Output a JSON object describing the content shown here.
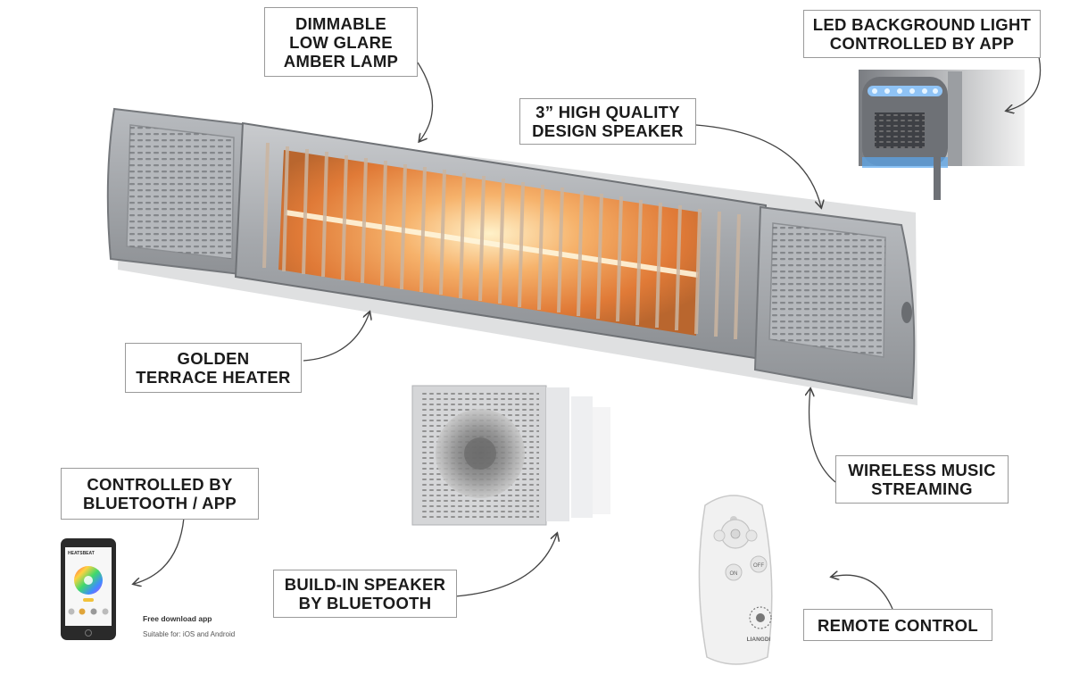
{
  "callouts": {
    "lamp": {
      "line1": "DIMMABLE",
      "line2": "LOW GLARE",
      "line3": "AMBER LAMP"
    },
    "led": {
      "line1": "LED BACKGROUND LIGHT",
      "line2": "CONTROLLED BY APP"
    },
    "speaker": {
      "line1": "3” HIGH QUALITY",
      "line2": "DESIGN SPEAKER"
    },
    "heater": {
      "line1": "GOLDEN",
      "line2": "TERRACE HEATER"
    },
    "music": {
      "line1": "WIRELESS MUSIC",
      "line2": "STREAMING"
    },
    "bluetooth_app": {
      "line1": "CONTROLLED BY",
      "line2": "BLUETOOTH / APP"
    },
    "builtin_speaker": {
      "line1": "BUILD-IN SPEAKER",
      "line2": "BY BLUETOOTH"
    },
    "remote": {
      "line1": "REMOTE CONTROL"
    }
  },
  "app": {
    "download_title": "Free download app",
    "download_note": "Suitable for: iOS and Android",
    "phone_brand": "HEATSBEAT"
  },
  "remote_device": {
    "brand": "LIANGDI",
    "on_label": "ON",
    "off_label": "OFF"
  },
  "colors": {
    "callout_border": "#9a9a9a",
    "callout_text": "#1b1b1b",
    "heater_body": "#a9acb0",
    "amber_glow": "#e8873c",
    "led_blue": "#5aa8f0"
  }
}
